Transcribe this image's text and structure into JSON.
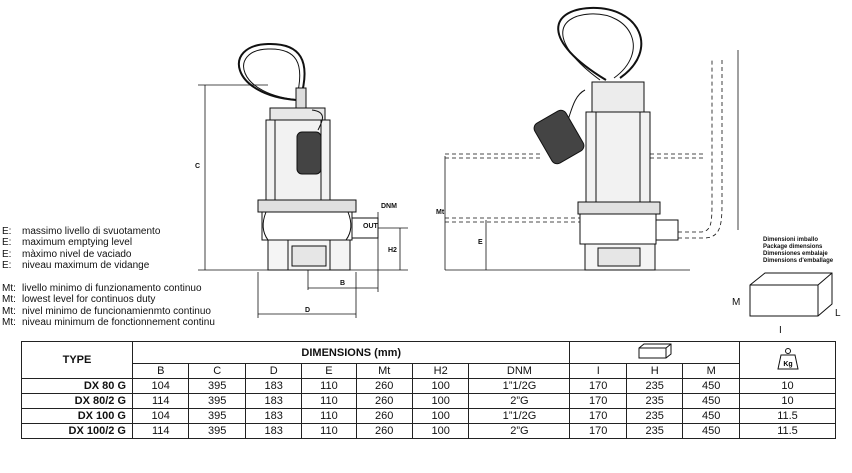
{
  "legend_e": [
    {
      "key": "E:",
      "text": "massimo livello di svuotamento"
    },
    {
      "key": "E:",
      "text": "maximum  emptying level"
    },
    {
      "key": "E:",
      "text": "màximo nivel de vaciado"
    },
    {
      "key": "E:",
      "text": "niveau maximum de vidange"
    }
  ],
  "legend_mt": [
    {
      "key": "Mt:",
      "text": "livello minimo di funzionamento continuo"
    },
    {
      "key": "Mt:",
      "text": "lowest level for continuos duty"
    },
    {
      "key": "Mt:",
      "text": "nivel minimo de funcionamienmto continuo"
    },
    {
      "key": "Mt:",
      "text": "niveau minimum de fonctionnement continu"
    }
  ],
  "drawing_labels": {
    "c": "C",
    "dnm": "DNM",
    "out": "OUT",
    "h2": "H2",
    "b": "B",
    "d": "D",
    "mt": "Mt",
    "e": "E",
    "m": "M",
    "l": "L",
    "i": "I"
  },
  "package_notes": [
    "Dimensioni imballo",
    "Package dimensions",
    "Dimensiones embalaje",
    "Dimensions d'emballage"
  ],
  "table": {
    "type_header": "TYPE",
    "dimensions_header": "DIMENSIONS (mm)",
    "weight_unit": "Kg",
    "dim_columns": [
      "B",
      "C",
      "D",
      "E",
      "Mt",
      "H2",
      "DNM"
    ],
    "pkg_columns": [
      "I",
      "H",
      "M"
    ],
    "rows": [
      {
        "type": "DX 80 G",
        "B": "104",
        "C": "395",
        "D": "183",
        "E": "110",
        "Mt": "260",
        "H2": "100",
        "DNM": "1”1/2G",
        "I": "170",
        "H": "235",
        "M": "450",
        "kg": "10"
      },
      {
        "type": "DX 80/2 G",
        "B": "114",
        "C": "395",
        "D": "183",
        "E": "110",
        "Mt": "260",
        "H2": "100",
        "DNM": "2”G",
        "I": "170",
        "H": "235",
        "M": "450",
        "kg": "10"
      },
      {
        "type": "DX 100 G",
        "B": "104",
        "C": "395",
        "D": "183",
        "E": "110",
        "Mt": "260",
        "H2": "100",
        "DNM": "1”1/2G",
        "I": "170",
        "H": "235",
        "M": "450",
        "kg": "11.5"
      },
      {
        "type": "DX 100/2 G",
        "B": "114",
        "C": "395",
        "D": "183",
        "E": "110",
        "Mt": "260",
        "H2": "100",
        "DNM": "2”G",
        "I": "170",
        "H": "235",
        "M": "450",
        "kg": "11.5"
      }
    ]
  }
}
